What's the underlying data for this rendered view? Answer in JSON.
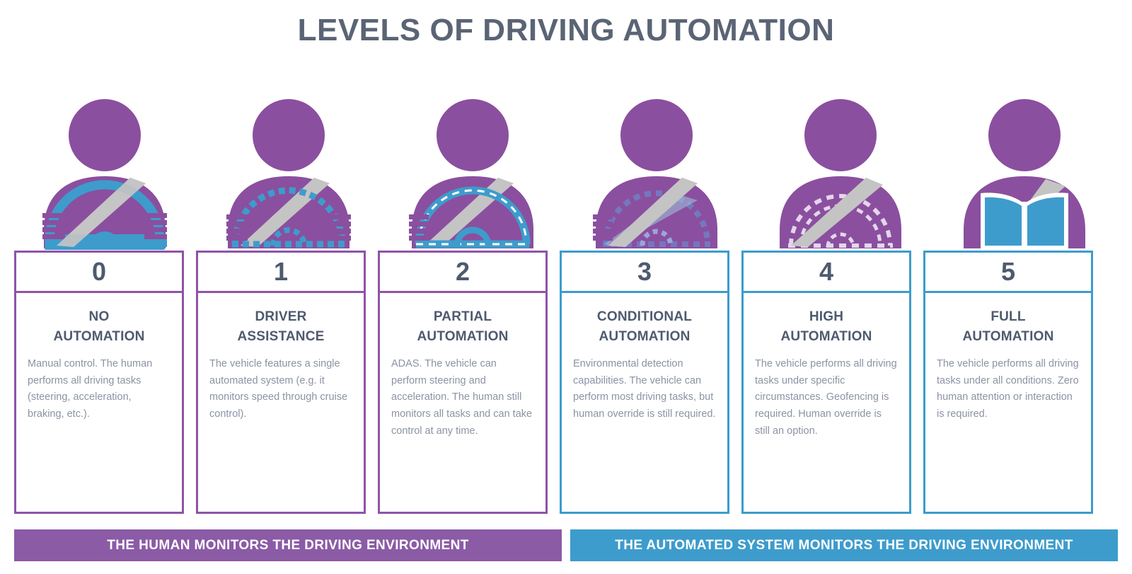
{
  "header": {
    "title": "LEVELS OF DRIVING AUTOMATION"
  },
  "colors": {
    "purple_border": "#8f53a8",
    "blue_border": "#3d9ccc",
    "purple_banner": "#8b5ba6",
    "blue_banner": "#3d9ccc",
    "title_text": "#5a6475",
    "heading_text": "#4e5a6e",
    "body_text": "#8b93a3",
    "icon_purple": "#8b4f9f",
    "icon_blue": "#3d9ccc",
    "seatbelt_gray": "#c4c4c4"
  },
  "levels": [
    {
      "number": "0",
      "name_line1": "NO",
      "name_line2": "AUTOMATION",
      "description": "Manual control. The human performs all driving tasks (steering, acceleration, braking, etc.).",
      "accent": "purple",
      "icon": "driver-hands-on-solid-wheel-icon"
    },
    {
      "number": "1",
      "name_line1": "DRIVER",
      "name_line2": "ASSISTANCE",
      "description": "The vehicle features a single automated system (e.g. it monitors speed through cruise control).",
      "accent": "purple",
      "icon": "driver-hands-on-dashed-wheel-icon"
    },
    {
      "number": "2",
      "name_line1": "PARTIAL",
      "name_line2": "AUTOMATION",
      "description": "ADAS. The vehicle can perform steering and acceleration. The human still monitors all tasks and can take control at any time.",
      "accent": "purple",
      "icon": "driver-one-hand-wheel-icon"
    },
    {
      "number": "3",
      "name_line1": "CONDITIONAL",
      "name_line2": "AUTOMATION",
      "description": "Environmental detection capabilities. The vehicle can perform most driving tasks, but human override is still required.",
      "accent": "blue",
      "icon": "driver-faded-wheel-icon"
    },
    {
      "number": "4",
      "name_line1": "HIGH",
      "name_line2": "AUTOMATION",
      "description": "The vehicle performs all driving tasks under specific circumstances. Geofencing is required. Human override is still an option.",
      "accent": "blue",
      "icon": "driver-ghost-wheel-icon"
    },
    {
      "number": "5",
      "name_line1": "FULL",
      "name_line2": "AUTOMATION",
      "description": "The vehicle performs all driving tasks under all conditions. Zero human attention or interaction is required.",
      "accent": "blue",
      "icon": "passenger-reading-book-icon"
    }
  ],
  "banners": {
    "human": "THE HUMAN MONITORS THE DRIVING ENVIRONMENT",
    "automated": "THE AUTOMATED SYSTEM MONITORS THE DRIVING ENVIRONMENT"
  }
}
